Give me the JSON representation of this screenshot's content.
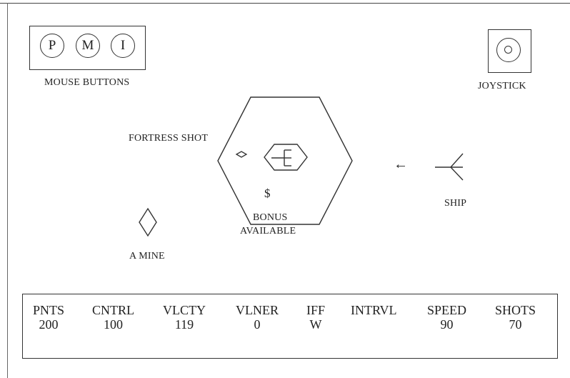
{
  "labels": {
    "mouse_buttons": "MOUSE BUTTONS",
    "joystick": "JOYSTICK",
    "fortress_shot": "FORTRESS SHOT",
    "bonus_symbol": "$",
    "bonus_line1": "BONUS",
    "bonus_line2": "AVAILABLE",
    "ship": "SHIP",
    "mine": "A MINE",
    "ship_arrow": "←"
  },
  "mouse_buttons": [
    {
      "id": "P",
      "label": "P"
    },
    {
      "id": "M",
      "label": "M"
    },
    {
      "id": "I",
      "label": "I"
    }
  ],
  "stats": [
    {
      "name": "PNTS",
      "value": "200"
    },
    {
      "name": "CNTRL",
      "value": "100"
    },
    {
      "name": "VLCTY",
      "value": "119"
    },
    {
      "name": "VLNER",
      "value": "0"
    },
    {
      "name": "IFF",
      "value": "W"
    },
    {
      "name": "INTRVL",
      "value": ""
    },
    {
      "name": "SPEED",
      "value": "90"
    },
    {
      "name": "SHOTS",
      "value": "70"
    }
  ],
  "colors": {
    "ink": "#222222",
    "background": "#ffffff"
  }
}
